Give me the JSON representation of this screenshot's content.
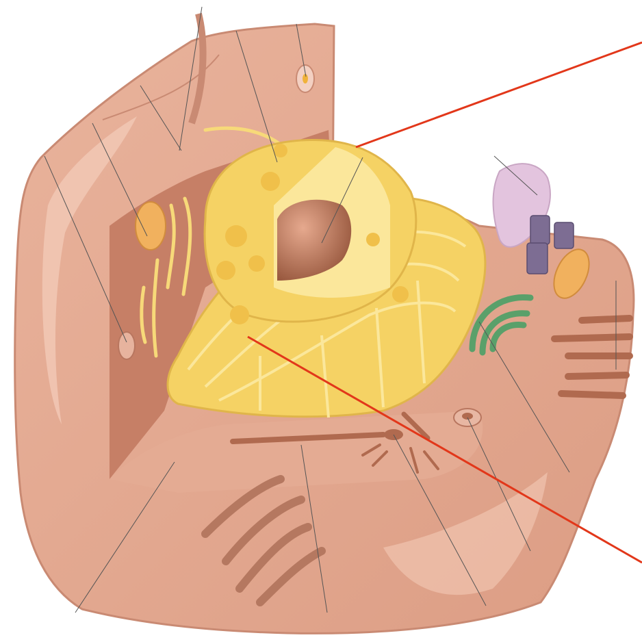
{
  "diagram": {
    "subject": "animal-cell-cutaway",
    "labels_visible": false,
    "colors": {
      "cytoplasm": "#e2a68e",
      "cytoplasm_light": "#f3c9b6",
      "membrane_dark": "#c98a73",
      "cut_face": "#c67f66",
      "nucleus_envelope": "#f5d264",
      "nucleus_light": "#fbe79b",
      "er": "#f7d979",
      "nucleolus": "#b06a4f",
      "golgi": "#5aa06a",
      "lysosome": "#e3c4de",
      "centriole": "#7d6d93",
      "mitochondrion": "#f1b15e",
      "pointer_line": "#555555",
      "highlight_line": "#e2371a"
    },
    "pointers": [
      {
        "id": "microvilli-left"
      },
      {
        "id": "cell-membrane-top"
      },
      {
        "id": "vesicle-top"
      },
      {
        "id": "nuclear-pore"
      },
      {
        "id": "mitochondrion-left"
      },
      {
        "id": "vacuole-left"
      },
      {
        "id": "nucleolus"
      },
      {
        "id": "lysosome"
      },
      {
        "id": "microvilli-right"
      },
      {
        "id": "golgi"
      },
      {
        "id": "vesicle-bottom"
      },
      {
        "id": "centrioles"
      },
      {
        "id": "microtubule"
      },
      {
        "id": "cytoplasm"
      }
    ],
    "highlights": [
      {
        "id": "nucleus-callout"
      },
      {
        "id": "rough-er-callout"
      }
    ]
  }
}
